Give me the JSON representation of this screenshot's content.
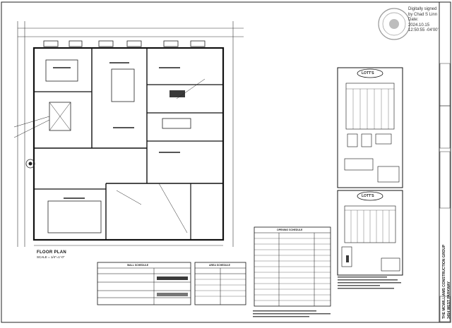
{
  "signature": {
    "line1": "Digitally signed",
    "line2": "by Chad S Linn",
    "line3": "Date:",
    "line4": "2024.10.15",
    "line5": "12:50:55 -04'00'"
  },
  "floor_plan": {
    "title": "FLOOR PLAN",
    "scale": "SCALE = 1/4\"=1'-0\""
  },
  "title_block": {
    "company": "THE MCWILLIAMS CONSTRUCTION GROUP",
    "address": "3454 WEST PARKWAY"
  },
  "lotts_tables": [
    {
      "brand": "LOTT'S"
    },
    {
      "brand": "LOTT'S"
    }
  ],
  "schedules": {
    "wall_schedule_title": "WALL SCHEDULE",
    "area_schedule_title": "AREA SCHEDULE",
    "opening_schedule_title": "OPENING SCHEDULE"
  },
  "colors": {
    "line": "#1a1a1a",
    "fill_dark": "#3a3a3a",
    "stamp": "#9a9a9a"
  }
}
